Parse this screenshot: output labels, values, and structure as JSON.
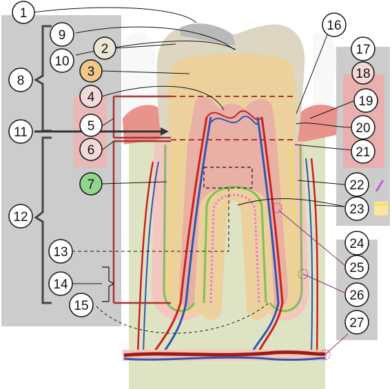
{
  "labels": {
    "l1": "1",
    "l2": "2",
    "l3": "3",
    "l4": "4",
    "l5": "5",
    "l6": "6",
    "l7": "7",
    "l8": "8",
    "l9": "9",
    "l10": "10",
    "l11": "11",
    "l12": "12",
    "l13": "13",
    "l14": "14",
    "l15": "15",
    "l16": "16",
    "l17": "17",
    "l18": "18",
    "l19": "19",
    "l20": "20",
    "l21": "21",
    "l22": "22",
    "l23": "23",
    "l24": "24",
    "l25": "25",
    "l26": "26",
    "l27": "27"
  },
  "colors": {
    "panel_gray": "#cccccc",
    "bone_green": "#dde3c3",
    "enamel": "#dcd6c2",
    "dentin": "#ecd19c",
    "pulp_pink": "#e9b0a6",
    "gum": "#e8938c",
    "artery": "#cc1f1f",
    "vein": "#2e55b5",
    "ligament_green": "#7fbe5a",
    "bracket_red": "#a83232",
    "nerve_yellow": "#f4e24a",
    "label_3_fill": "#eec98a",
    "label_7_fill": "#8fd58f",
    "label_pink_fill": "#f3dada",
    "label_2_fill": "#ebe6d4",
    "legend_violet": "#c640d8"
  }
}
